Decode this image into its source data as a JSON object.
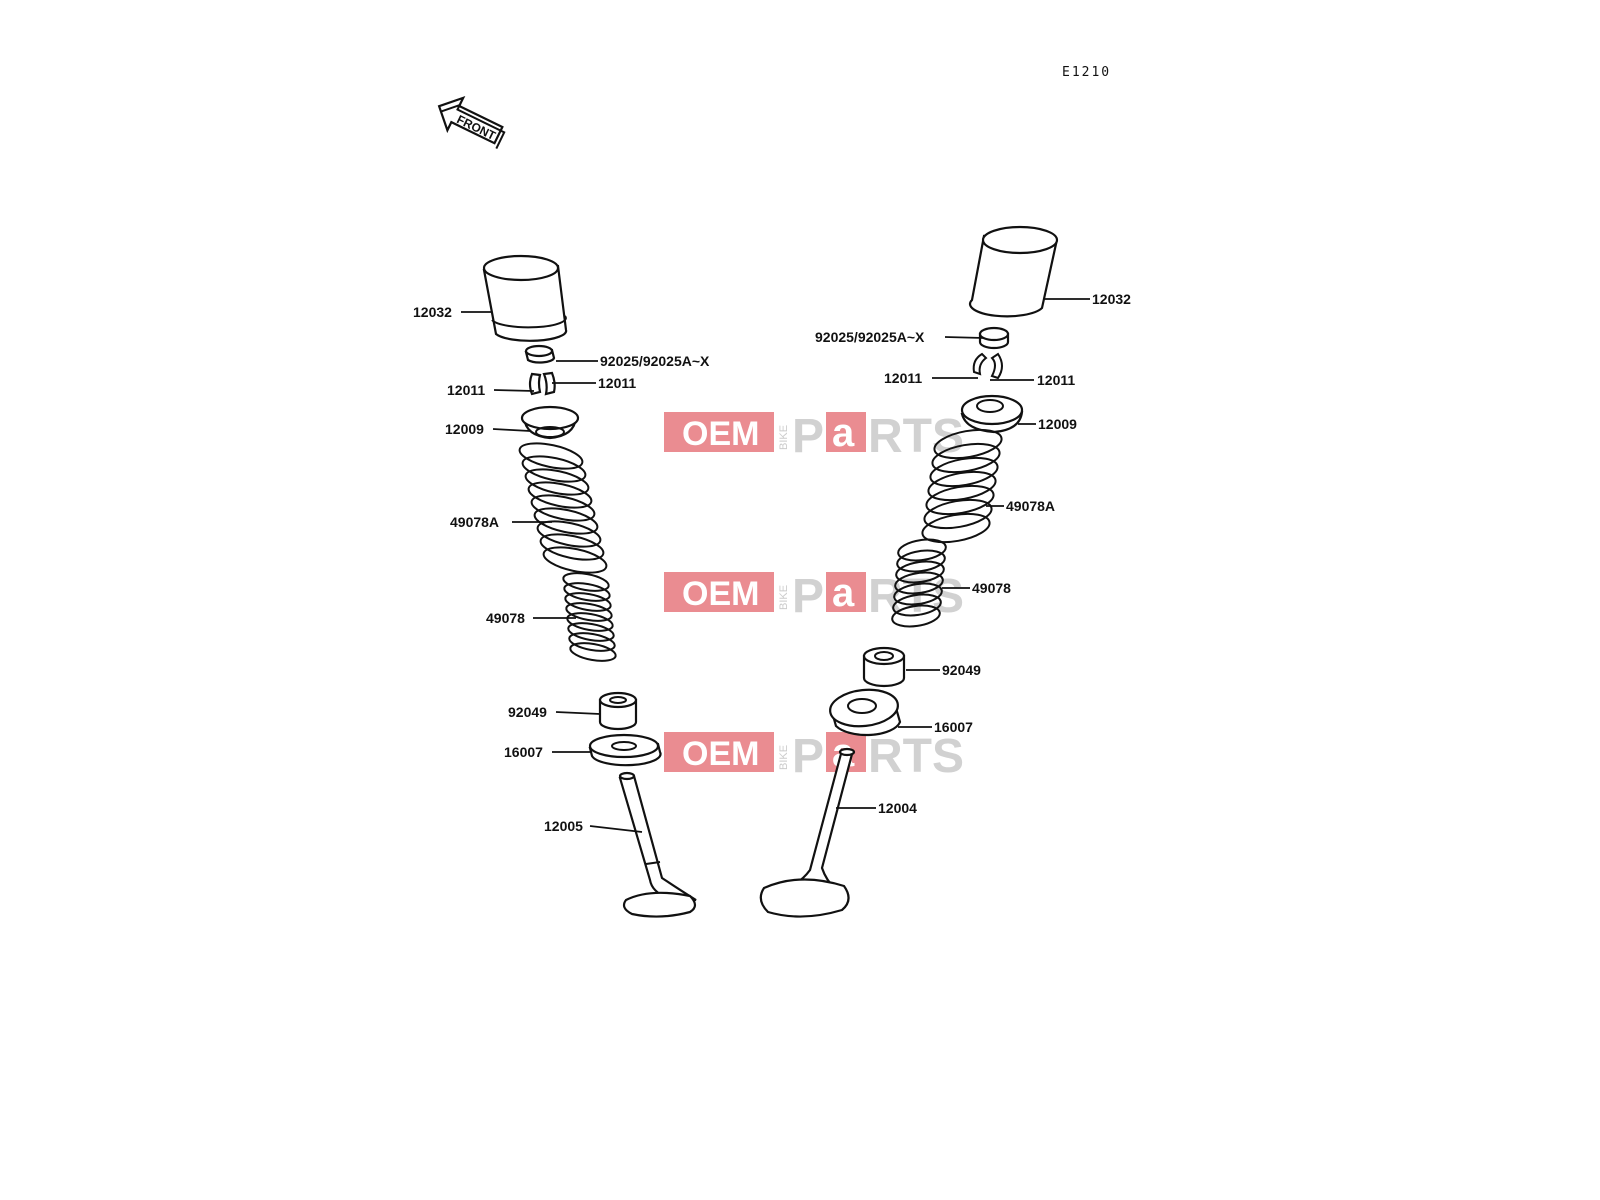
{
  "figure_code": "E1210",
  "front_label": "FRONT",
  "watermark": {
    "oem": "OEM",
    "bike": "BIKE",
    "p": "P",
    "a": "a",
    "rts": "RTS"
  },
  "callouts": {
    "left": {
      "tappet": "12032",
      "shim": "92025/92025A~X",
      "cotter_a": "12011",
      "cotter_b": "12011",
      "retainer": "12009",
      "outer_spring": "49078A",
      "inner_spring": "49078",
      "stem_seal": "92049",
      "spring_seat": "16007",
      "valve": "12005"
    },
    "right": {
      "tappet": "12032",
      "shim": "92025/92025A~X",
      "cotter_a": "12011",
      "cotter_b": "12011",
      "retainer": "12009",
      "outer_spring": "49078A",
      "inner_spring": "49078",
      "stem_seal": "92049",
      "spring_seat": "16007",
      "valve": "12004"
    }
  }
}
